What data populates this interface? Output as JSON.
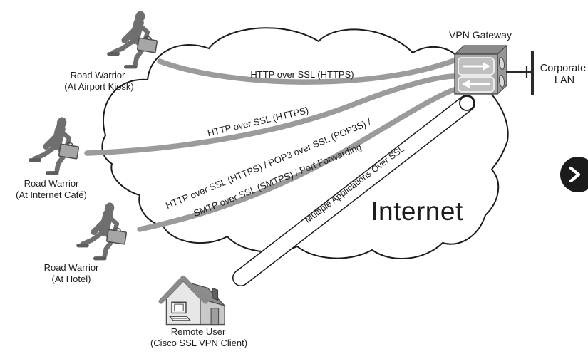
{
  "diagram": {
    "internet_label": "Internet",
    "vpn_gateway": {
      "label": "VPN Gateway"
    },
    "corporate_lan": {
      "line1": "Corporate",
      "line2": "LAN"
    },
    "clients": [
      {
        "name": "Road Warrior",
        "location": "(At Airport Kiosk)"
      },
      {
        "name": "Road Warrior",
        "location": "(At Internet Café)"
      },
      {
        "name": "Road Warrior",
        "location": "(At Hotel)"
      },
      {
        "name": "Remote User",
        "location": "(Cisco SSL VPN Client)"
      }
    ],
    "connections": [
      {
        "label": "HTTP over SSL (HTTPS)"
      },
      {
        "label": "HTTP over SSL (HTTPS)"
      },
      {
        "label1": "HTTP over SSL (HTTPS) / POP3 over SSL (POP3S) /",
        "label2": "SMTP over SSL (SMTPS) / Port Forwarding"
      },
      {
        "label": "Multiple Applications Over SSL"
      }
    ]
  },
  "icons": {
    "road_warrior": "running-person-with-briefcase",
    "remote_user": "house-with-computer",
    "vpn_gateway": "3d-box-with-in-out-arrows",
    "corporate_lan": "vertical-bus-line",
    "next_chevron": "›"
  },
  "colors": {
    "connection_line": "#9b9b9b",
    "cloud_outline": "#1b1b1b",
    "figure_gray": "#6f6f6f",
    "briefcase_gray": "#a6a6a6",
    "gateway_gray": "#a8a8a8",
    "button_black": "#1b1b1b"
  }
}
